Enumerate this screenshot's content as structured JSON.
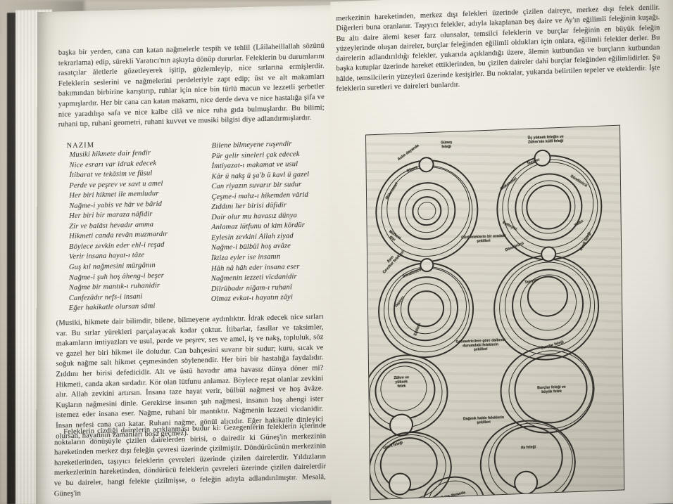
{
  "photo": {
    "subject": "open-book-spread",
    "scene_description": "Photograph of an open printed book showing a Turkish text on Ottoman cosmology with a framed diagram of celestial spheres on the right page"
  },
  "left_page": {
    "paragraph_1": "başka bir yerden, cana can katan nağmelerle tespih ve tehlil (Lâilaheillallah sözünü tekrarlama) edip, sürekli Yaratıcı'nın aşkıyla dönüp dururlar. Feleklerin bu durumlarını rasatçılar âletlerle gözetleyerek işitip, gözlemleyip, nice sırlarına ermişlerdir. Feleklerin seslerini ve nağmelerini perdeleriyle zapt edip; üst ve alt makamları bakımından birbirine karıştırıp, ruhlar için nice bin türlü macun ve lezzetli şerbetler yapmışlardır. Her bir cana can katan makamı, nice derde deva ve nice hastalığa şifa ve nice yaradılışa safa ve nice kalbe cilâ ve nice ruha gıda bulmuşlardır. Bu bilimi; ruhani tıp, ruhani geometri, ruhani kuvvet ve musiki bilgisi diye adlandırmışlardır.",
    "nazim_heading": "NAZIM",
    "verse_column_left": [
      "Musiki hikmete dair fendir",
      "Nice esrarı var idrak edecek",
      "İtibarat ve tekâsim ve füsul",
      "Perde ve peşrev ve savt u amel",
      "Her biri hikmet ile memludur",
      "Nağme-i yabis ve hâr ve bârid",
      "Her biri bir maraza nâfidir",
      "Zîr ve balâsı hevadır amma",
      "Hikmeti canda revân muzmardır",
      "Böylece zevkin eder ehl-i reşad",
      "Verir insana hayat-ı tâze",
      "Guş kıl nağmesini mürgânın",
      "Nağme-i şuh hoş âheng-i beşer",
      "Nağme bir mantık-ı ruhanidir",
      "Canfezâdır nefs-i insani",
      "Eğer hakikatle olursan sâmi"
    ],
    "verse_column_right": [
      "Bilene bilmeyene ruşendir",
      "Pür gelir sineleri çak edecek",
      "İmtiyazat-ı makamat ve usul",
      "Kâr ü nakş ü şa'b ü kavl ü gazel",
      "Can riyazın suvarır bir sudur",
      "Çeşme-i mahz-ı hikemden vârid",
      "Zıddını her birisi dâfidir",
      "Dair olur mu havasız dünya",
      "Anlamaz lütfunu ol kim kördür",
      "Eylesin zevkini Allah ziyad",
      "Nağme-i bülbül hoş avâze",
      "İktiza eyler ise insanın",
      "Hâh nâ hâh eder insana eser",
      "Nağmenin lezzeti vicdanidir",
      "Dilrübadır niğam-ı ruhanî",
      "Olmaz evkat-ı hayatın zâyi"
    ],
    "paragraph_2": "(Musiki, hikmete dair bilimdir, bilene, bilmeyene aydınlıktır. İdrak edecek nice sırları var. Bu sırlar yürekleri parçalayacak kadar çoktur. İtibarlar, fasıllar ve taksimler, makamların imtiyazları ve usul, perde ve peşrev, ses ve amel, iş ve nakş, topluluk, söz ve gazel her biri hikmet ile doludur. Can bahçesini suvarır bir sudur; kuru, sıcak ve soğuk nağme salt hikmet çeşmesinden söylenendir. Her biri bir hastalığa faydalıdır. Zıddını her birisi defedicidir. Alt ve üstü havadır ama havasız dünya döner mi? Hikmeti, canda akan sırdadır. Kör olan lütfunu anlamaz. Böylece reşat olanlar zevkini alır. Allah zevkini artırsın. İnsana taze hayat verir, bülbül nağmesi ve hoş âvâze. Kuşların nağmesini dinle. Gerekirse insanın şuh nağmesi, insanın hoş ahengi ister istemez eder insana eser. Nağme, ruhani bir mantıktır. Nağmenin lezzeti vicdanidir. İnsan nefesi cana can katar. Ruhani nağme, gönül alıcıdır. Eğer hakikatle dinleyici olursan, hayatının zamanları boşa geçmez).",
    "paragraph_3": "Feleklerin çizdiği dairelerin açıklanması budur ki: Gezegenlerin feleklerin içlerinde noktaların dönüşüyle çizilen dairelerden birisi, o dairedir ki Güneş'in merkezinin hareketinden merkez dışı feleğin çevresi üzerinde çizilmiştir. Döndürücünün merkezinin hareketlerinden, taşıyıcı feleklerin çevreleri üzerinde çizilen dairelerdir. Yıldızların merkezlerinin hareketinden, döndürücü feleklerin çevreleri üzerinde çizilen dairelerdir ve bu daireler, hangi felekte çizilmişse, o feleğin adıyla adlandırılmıştır. Mesalâ, Güneş'in"
  },
  "right_page": {
    "paragraph_1": "merkezinin hareketinden, merkez dışı felekleri üzerinde çizilen daireye, merkez dışı felek denilir. Diğerleri buna oranlanır. Taşıyıcı felekler, adıyla lakaplanan beş daire ve Ay'ın eğilimli feleğinin kuşağı. Bu altı daire âlemi keser farz olunsalar, temsilci feleklerin ve burçlar feleğinin en büyük feleğin yüzeylerinde oluşan daireler, burçlar feleğinden eğilimli oldukları için onlara, eğilimli felekler derler. Bu dairelerin adlandırıldığı felekler, yukarıda açıklandığı üzere, âlemin kutbundan ve burçların kutbundan başka kutuplar üzerinde hareket ettiklerinden, bu çizilen daireler dahi burçlar feleğinden eğilimlidirler. Şu hâlde, temsilcilerin yüzeyleri üzerinde kesişirler. Bu noktalar, yukarıda belirtilen tepeler ve eteklerdir. İşte feleklerin suretleri ve daireleri bunlardır."
  },
  "diagram": {
    "caption_mid": "Cüzî feleklerin bir aradaki\nşekilleri",
    "caption_geom": "Geometricilere göre dalbenk\ndurumdaki feleklerin\nşekilleri",
    "caption_scatter": "Dağınık halde feleklerin\nşekilleri",
    "labels": {
      "sun_sphere": "Güneş\nfeleği",
      "base_carrier": "Aslın dayanda",
      "sun": "Güneş",
      "perfect": "Mükemmel",
      "eccentric": "Merkezi\ndışı",
      "three_highest": "Üç yüksek feleğin ve\nZühre'nin küllî feleği",
      "carrier_2": "Taşıyıcı",
      "perfect_2": "Mükemmel",
      "rotator_2": "Döndürücü",
      "equalizer": "Eşitleyici",
      "star": "Yıldız",
      "moon_spheres": "Ayın\nCevzher felekleri",
      "rotator_3": "Döndürücü",
      "carrier_3": "Taşıyıcı",
      "incline_3": "Eğilimli",
      "rotator_4": "Döndürücü",
      "carrier_4": "Taşıyıcı",
      "utarit_sphere_top": "Utarit feleği",
      "venus_high": "Zühre ve\nyüksek\nfelek",
      "zodiac_sphere": "Burçlar feleği",
      "zodiac_big": "Burçlar feleği ve\nbüyük felek",
      "utarit_sphere": "Utarit feleği",
      "moon_sphere": "Ay feleği",
      "base_sun_sphere": "Aslın dayanda\ngüneş feleği"
    },
    "colors": {
      "ink": "#2e2d29",
      "paper": "#e7e3d8",
      "frame": "#3a3a36"
    }
  }
}
